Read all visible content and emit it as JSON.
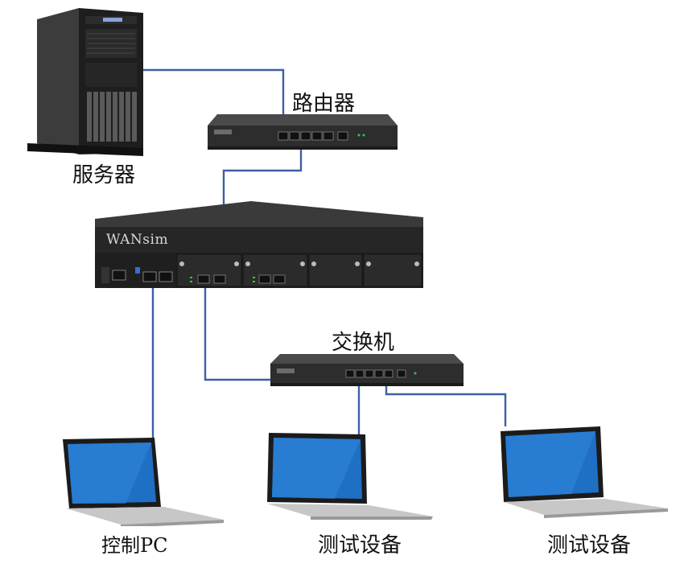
{
  "nodes": {
    "server": {
      "label": "服务器",
      "icon": "tower-server-icon"
    },
    "router": {
      "label": "路由器",
      "icon": "router-icon"
    },
    "wansim": {
      "brand": "WANsim",
      "icon": "network-emulator-chassis-icon"
    },
    "switch": {
      "label": "交换机",
      "icon": "switch-icon"
    },
    "control_pc": {
      "label": "控制PC",
      "icon": "laptop-icon"
    },
    "test_device_1": {
      "label": "测试设备",
      "icon": "laptop-icon"
    },
    "test_device_2": {
      "label": "测试设备",
      "icon": "laptop-icon"
    }
  },
  "links": [
    {
      "from": "server",
      "to": "router"
    },
    {
      "from": "router",
      "to": "wansim"
    },
    {
      "from": "wansim",
      "to": "control_pc"
    },
    {
      "from": "wansim",
      "to": "switch"
    },
    {
      "from": "switch",
      "to": "test_device_1"
    },
    {
      "from": "switch",
      "to": "test_device_2"
    }
  ],
  "colors": {
    "link": "#3e5fa6",
    "device_dark": "#2a2a2a",
    "screen": "#1f6fc4",
    "port_led": "#2ecc40"
  }
}
